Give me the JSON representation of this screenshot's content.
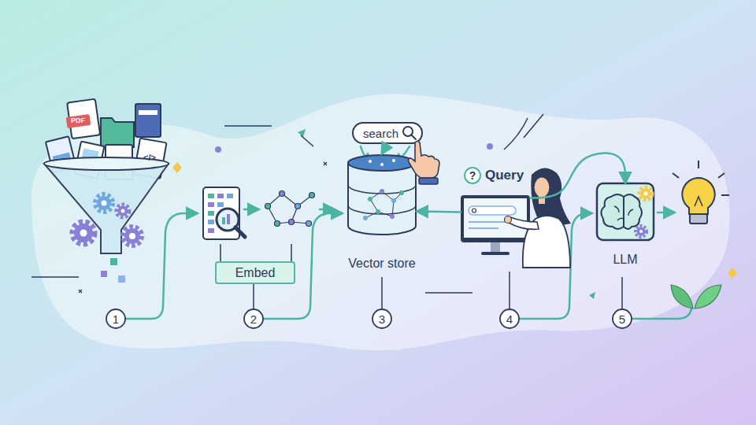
{
  "diagram": {
    "nodes": [
      {
        "text": [
          "Embed"
        ]
      },
      {
        "text": [
          "search"
        ]
      },
      {
        "text": [
          "Vector store"
        ]
      },
      {
        "text": [
          "?",
          "Query"
        ]
      },
      {
        "text": [
          "LLM"
        ]
      }
    ],
    "edges": [
      {
        "from": 1,
        "to": 2,
        "arrow": "to"
      },
      {
        "from": 3,
        "to": 2,
        "arrow": "to"
      },
      {
        "from": 3,
        "to": 4,
        "arrow": "to"
      }
    ],
    "labels": [
      "PDF",
      "</>",
      "1",
      "2",
      "3",
      "4",
      "5"
    ]
  }
}
